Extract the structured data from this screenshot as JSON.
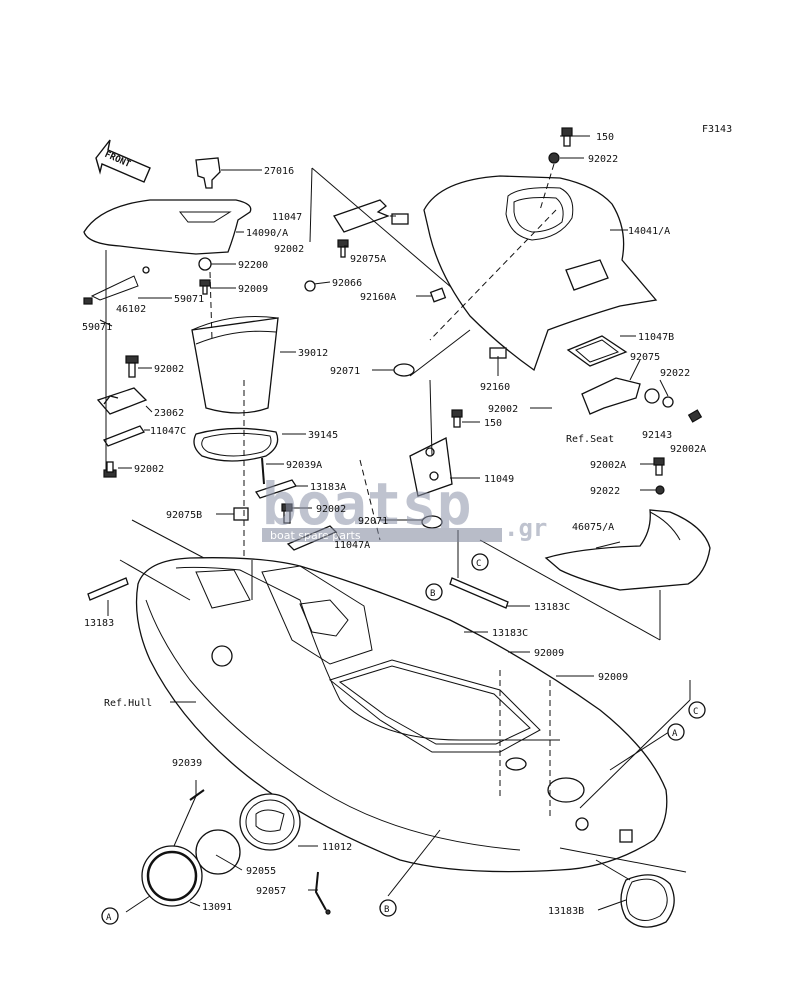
{
  "figure_code": "F3143",
  "front_arrow_label": "FRONT",
  "watermark": {
    "brand": "boatsp",
    "tld": ".gr",
    "tagline": "boat spare parts"
  },
  "ref_labels": {
    "hull": "Ref.Hull",
    "seat": "Ref.Seat"
  },
  "callout_letters": [
    "A",
    "B",
    "C"
  ],
  "part_numbers": [
    "150",
    "92022",
    "27016",
    "11047",
    "14090/A",
    "92002",
    "92075A",
    "14041/A",
    "92200",
    "92009",
    "92066",
    "46102",
    "59071",
    "59071",
    "92160A",
    "39012",
    "11047B",
    "92002",
    "92071",
    "92075",
    "92022",
    "92160",
    "23062",
    "92002",
    "150",
    "11047C",
    "39145",
    "92143",
    "92002A",
    "Ref.Seat",
    "92002",
    "92039A",
    "13183A",
    "92002A",
    "11049",
    "92022",
    "92075B",
    "92002",
    "92071",
    "46075/A",
    "11047A",
    "13183",
    "13183C",
    "13183C",
    "92009",
    "92009",
    "Ref.Hull",
    "92039",
    "11012",
    "92055",
    "92057",
    "13091",
    "13183B"
  ]
}
